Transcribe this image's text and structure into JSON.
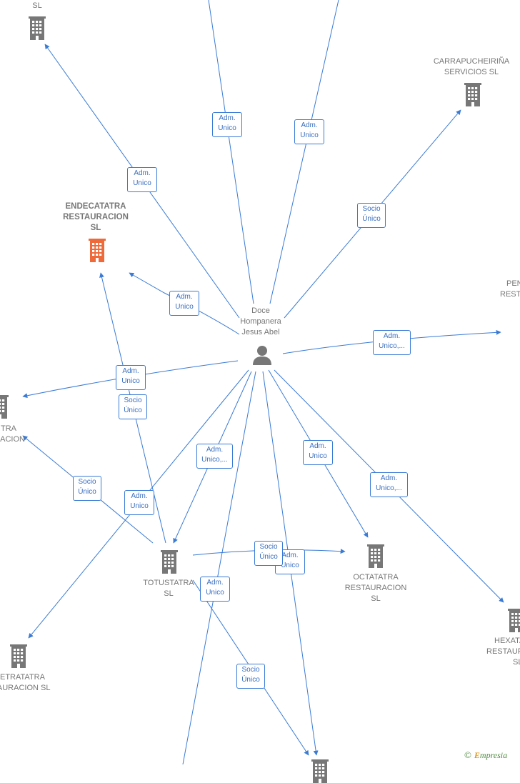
{
  "colors": {
    "edge": "#3a7bd5",
    "company_icon": "#777777",
    "highlight_icon": "#ee6a3a",
    "person_icon": "#777777"
  },
  "person": {
    "name_lines": [
      "Doce",
      "Hompanera",
      "Jesus Abel"
    ],
    "icon": "person-icon"
  },
  "companies": [
    {
      "id": "top-left",
      "lines": [
        "SL"
      ],
      "highlight": false
    },
    {
      "id": "carrapucheirina",
      "lines": [
        "CARRAPUCHEIRIÑA",
        "SERVICIOS SL"
      ],
      "highlight": false
    },
    {
      "id": "endecatatra",
      "lines": [
        "ENDECATATRA",
        "RESTAURACION",
        "SL"
      ],
      "highlight": true
    },
    {
      "id": "pen-right",
      "lines": [
        "PEN",
        "REST"
      ],
      "highlight": false
    },
    {
      "id": "left-tra",
      "lines": [
        "TRA",
        "ACION"
      ],
      "highlight": false
    },
    {
      "id": "totustatra",
      "lines": [
        "TOTUSTATRA",
        "SL"
      ],
      "highlight": false
    },
    {
      "id": "octatatra",
      "lines": [
        "OCTATATRA",
        "RESTAURACION",
        "SL"
      ],
      "highlight": false
    },
    {
      "id": "hexatatra",
      "lines": [
        "HEXATA",
        "RESTAUR",
        "SL"
      ],
      "highlight": false
    },
    {
      "id": "tetratatra",
      "lines": [
        "ETRATATRA",
        "TAURACION SL"
      ],
      "highlight": false
    },
    {
      "id": "bottom",
      "lines": [],
      "highlight": false
    }
  ],
  "relations": [
    {
      "id": "r1",
      "lines": [
        "Adm.",
        "Unico"
      ]
    },
    {
      "id": "r2",
      "lines": [
        "Adm.",
        "Unico"
      ]
    },
    {
      "id": "r3",
      "lines": [
        "Adm.",
        "Unico"
      ]
    },
    {
      "id": "r4",
      "lines": [
        "Socio",
        "Único"
      ]
    },
    {
      "id": "r5",
      "lines": [
        "Adm.",
        "Unico"
      ]
    },
    {
      "id": "r6",
      "lines": [
        "Adm.",
        "Unico,..."
      ]
    },
    {
      "id": "r7",
      "lines": [
        "Adm.",
        "Unico"
      ]
    },
    {
      "id": "r8",
      "lines": [
        "Socio",
        "Único"
      ]
    },
    {
      "id": "r9",
      "lines": [
        "Adm.",
        "Unico,..."
      ]
    },
    {
      "id": "r10",
      "lines": [
        "Adm.",
        "Unico"
      ]
    },
    {
      "id": "r11",
      "lines": [
        "Adm.",
        "Unico,..."
      ]
    },
    {
      "id": "r12",
      "lines": [
        "Socio",
        "Único"
      ]
    },
    {
      "id": "r13",
      "lines": [
        "Adm.",
        "Unico"
      ]
    },
    {
      "id": "r14",
      "lines": [
        "Socio",
        "Único"
      ]
    },
    {
      "id": "r15",
      "lines": [
        "Adm.",
        "Unico"
      ]
    },
    {
      "id": "r16",
      "lines": [
        "Adm.",
        "Unico"
      ]
    },
    {
      "id": "r17",
      "lines": [
        "Socio",
        "Único"
      ]
    }
  ],
  "footer": {
    "copyright_symbol": "©",
    "brand_initial": "E",
    "brand_rest": "mpresia"
  }
}
